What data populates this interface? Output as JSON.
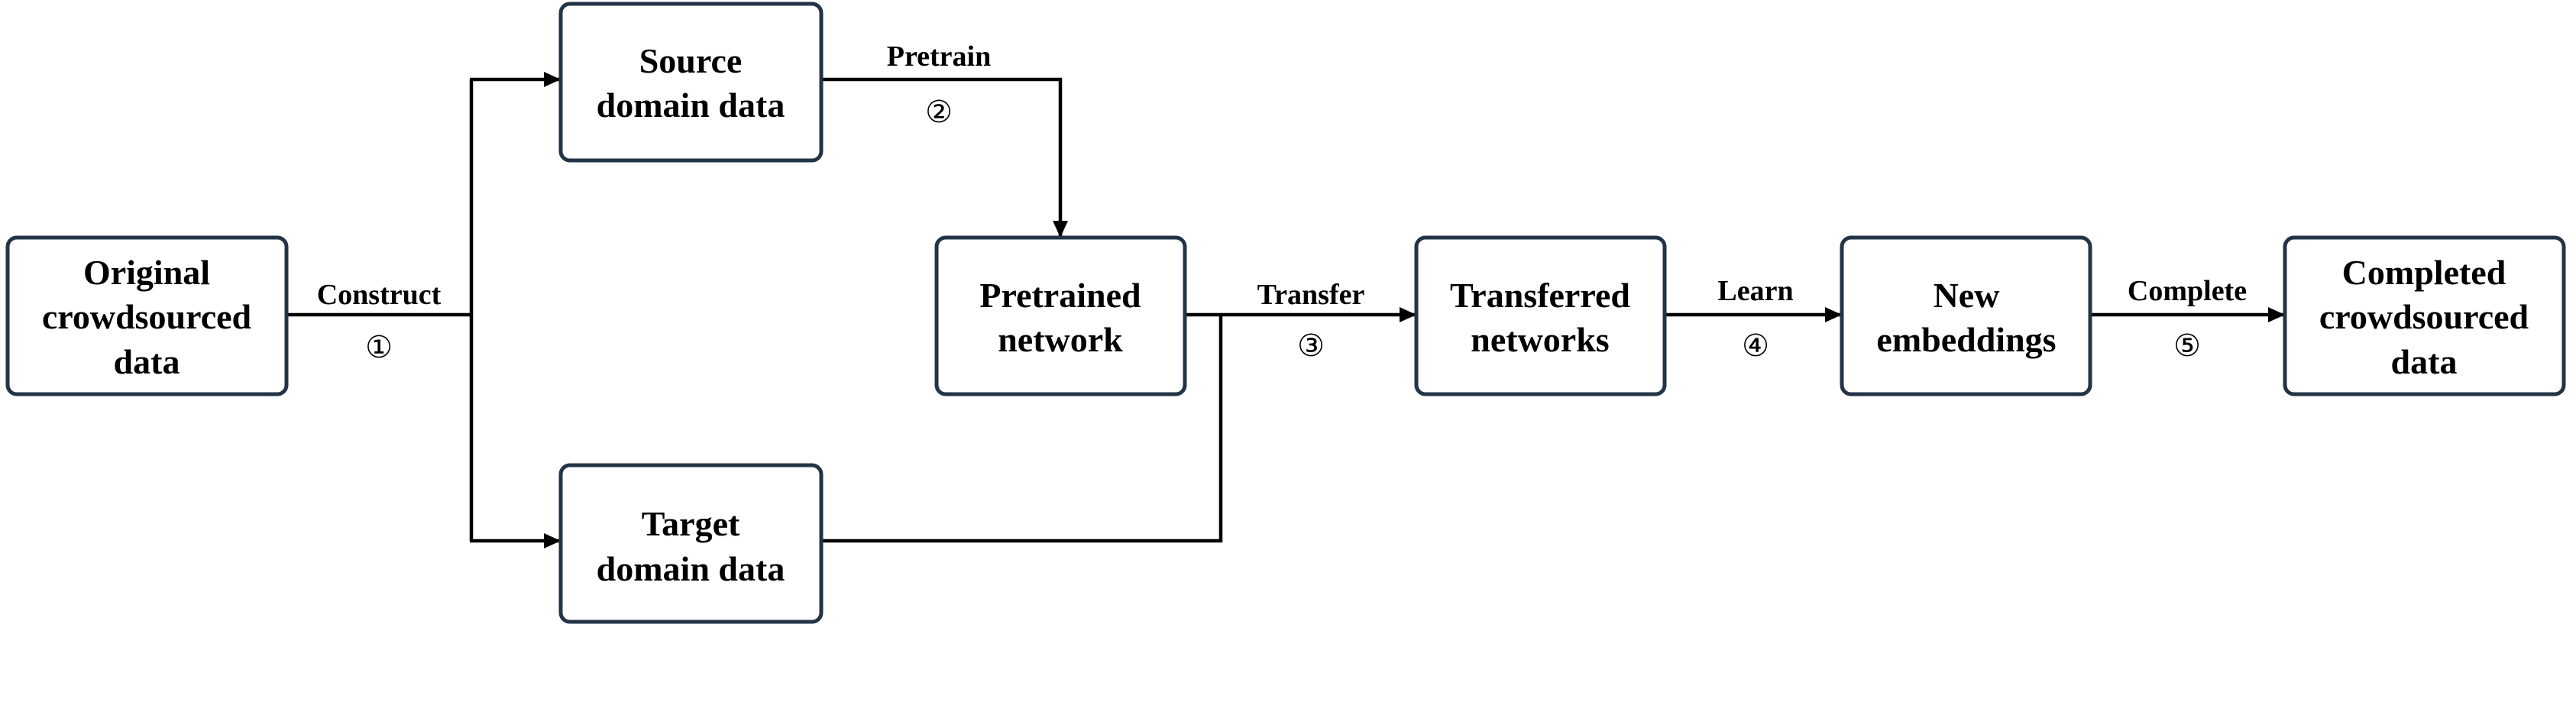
{
  "nodes": {
    "original": {
      "lines": [
        "Original",
        "crowdsourced",
        "data"
      ]
    },
    "source": {
      "lines": [
        "Source",
        "domain data"
      ]
    },
    "target": {
      "lines": [
        "Target",
        "domain data"
      ]
    },
    "pretrained": {
      "lines": [
        "Pretrained",
        "network"
      ]
    },
    "transferred": {
      "lines": [
        "Transferred",
        "networks"
      ]
    },
    "embeddings": {
      "lines": [
        "New",
        "embeddings"
      ]
    },
    "completed": {
      "lines": [
        "Completed",
        "crowdsourced",
        "data"
      ]
    }
  },
  "edges": {
    "construct": {
      "label": "Construct",
      "step": "①"
    },
    "pretrain": {
      "label": "Pretrain",
      "step": "②"
    },
    "transfer": {
      "label": "Transfer",
      "step": "③"
    },
    "learn": {
      "label": "Learn",
      "step": "④"
    },
    "complete": {
      "label": "Complete",
      "step": "⑤"
    }
  }
}
